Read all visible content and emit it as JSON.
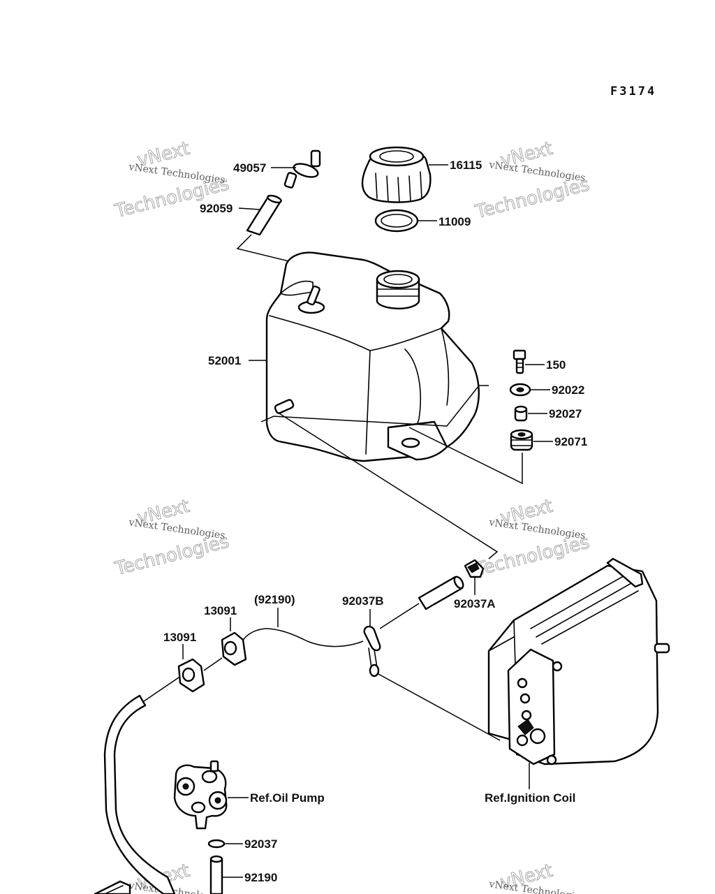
{
  "figure_code": "F3174",
  "watermark": {
    "line1": "vNext Technologies",
    "line2": "vNext",
    "line3": "Technologies"
  },
  "labels": {
    "p49057": "49057",
    "p16115": "16115",
    "p92059": "92059",
    "p11009": "11009",
    "p52001": "52001",
    "p150": "150",
    "p92022": "92022",
    "p92027": "92027",
    "p92071": "92071",
    "p92037A": "92037A",
    "p92190_paren": "(92190)",
    "p92037B": "92037B",
    "p13091_a": "13091",
    "p13091_b": "13091",
    "ref_oil_pump": "Ref.Oil Pump",
    "ref_ignition_coil": "Ref.Ignition Coil",
    "p92037": "92037",
    "p92190": "92190"
  }
}
